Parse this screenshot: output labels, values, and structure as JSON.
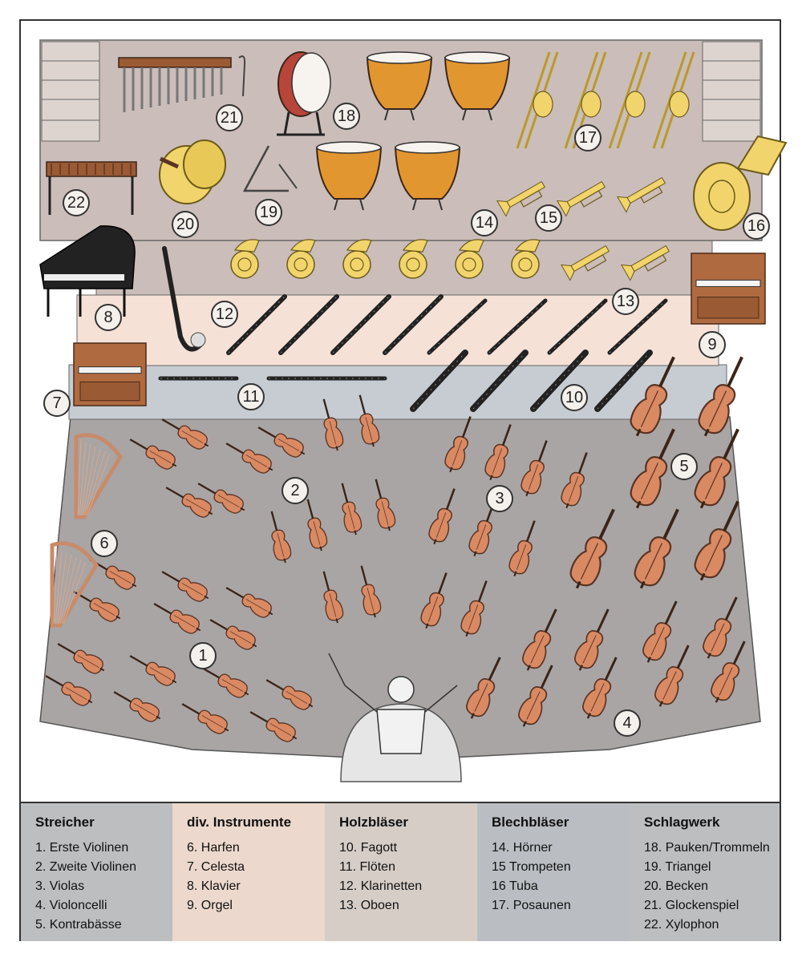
{
  "colors": {
    "stage_gray": "#a9a5a5",
    "riser_back": "#cbbdb9",
    "riser_pink": "#f5e1d6",
    "riser_blue": "#c6ccd2",
    "string_wood": "#d98a63",
    "brass": "#f1d46b",
    "timpani": "#e2962f",
    "legend_gray": "#bcbec0",
    "legend_pink": "#ecd8cc",
    "legend_taupe": "#d6cdc7",
    "legend_slate": "#babec2"
  },
  "markers": [
    {
      "id": "1",
      "label": "1"
    },
    {
      "id": "2",
      "label": "2"
    },
    {
      "id": "3",
      "label": "3"
    },
    {
      "id": "4",
      "label": "4"
    },
    {
      "id": "5",
      "label": "5"
    },
    {
      "id": "6",
      "label": "6"
    },
    {
      "id": "7",
      "label": "7"
    },
    {
      "id": "8",
      "label": "8"
    },
    {
      "id": "9",
      "label": "9"
    },
    {
      "id": "10",
      "label": "10"
    },
    {
      "id": "11",
      "label": "11"
    },
    {
      "id": "12",
      "label": "12"
    },
    {
      "id": "13",
      "label": "13"
    },
    {
      "id": "14",
      "label": "14"
    },
    {
      "id": "15",
      "label": "15"
    },
    {
      "id": "16",
      "label": "16"
    },
    {
      "id": "17",
      "label": "17"
    },
    {
      "id": "18",
      "label": "18"
    },
    {
      "id": "19",
      "label": "19"
    },
    {
      "id": "20",
      "label": "20"
    },
    {
      "id": "21",
      "label": "21"
    },
    {
      "id": "22",
      "label": "22"
    }
  ],
  "legend": [
    {
      "heading": "Streicher",
      "items": [
        "1. Erste Violinen",
        "2. Zweite Violinen",
        "3. Violas",
        "4. Violoncelli",
        "5. Kontrabässe"
      ]
    },
    {
      "heading": "div. Instrumente",
      "items": [
        "6. Harfen",
        "7. Celesta",
        "8. Klavier",
        "9. Orgel"
      ]
    },
    {
      "heading": "Holzbläser",
      "items": [
        "10. Fagott",
        "11. Flöten",
        "12. Klarinetten",
        "13. Oboen"
      ]
    },
    {
      "heading": "Blechbläser",
      "items": [
        "14. Hörner",
        "15 Trompeten",
        "16 Tuba",
        "17. Posaunen"
      ]
    },
    {
      "heading": "Schlagwerk",
      "items": [
        "18. Pauken/Trommeln",
        "19. Triangel",
        "20. Becken",
        "21. Glockenspiel",
        "22. Xylophon"
      ]
    }
  ]
}
